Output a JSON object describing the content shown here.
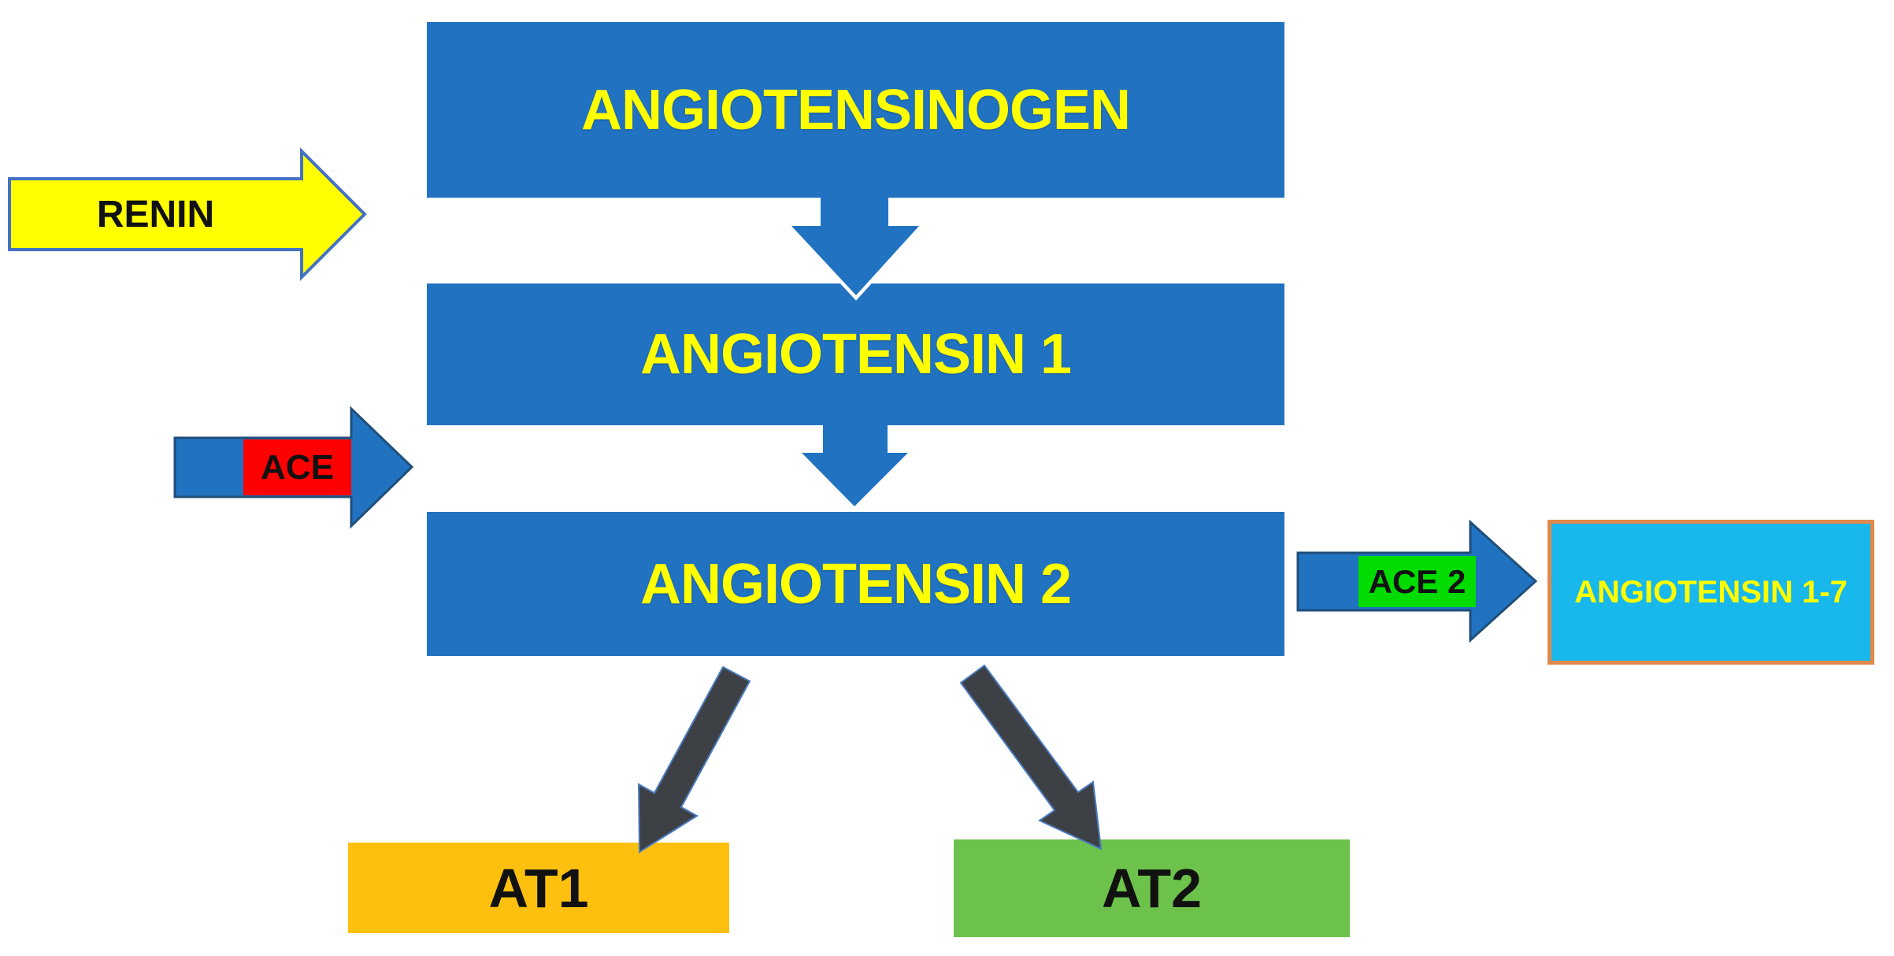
{
  "diagram": {
    "nodes": {
      "angiotensinogen": {
        "label": "ANGIOTENSINOGEN"
      },
      "angiotensin_1": {
        "label": "ANGIOTENSIN 1"
      },
      "angiotensin_2": {
        "label": "ANGIOTENSIN 2"
      },
      "angiotensin_1_7": {
        "label": "ANGIOTENSIN 1-7"
      },
      "at1_receptor": {
        "label": "AT1"
      },
      "at2_receptor": {
        "label": "AT2"
      }
    },
    "enzymes": {
      "renin": {
        "label": "RENIN"
      },
      "ace": {
        "label": "ACE"
      },
      "ace2": {
        "label": "ACE 2"
      }
    }
  },
  "colors": {
    "background": "#ffffff",
    "flow_blue": "#2173c2",
    "arrow_border": "#1f4e79",
    "renin_border": "#4472c4",
    "yellow": "#ffff00",
    "red": "#ff0000",
    "green": "#00db00",
    "cyan": "#18b8ec",
    "cyan_border": "#e2884b",
    "gold": "#fec00f",
    "grass": "#6cc24b",
    "dark_arrow": "#3d4145",
    "dark_arrow_edge": "#4a7ac0",
    "ink": "#111111"
  }
}
